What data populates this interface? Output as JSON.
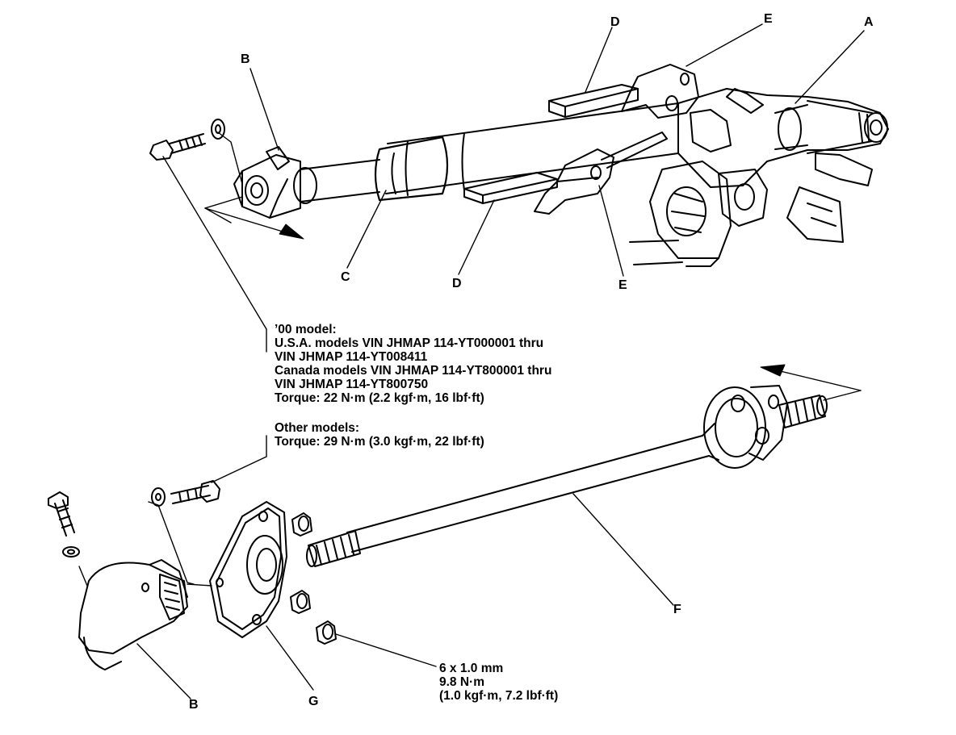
{
  "diagram": {
    "callouts": {
      "A": "A",
      "B_top": "B",
      "B_bottom": "B",
      "C": "C",
      "D_top": "D",
      "D_bottom": "D",
      "E_top": "E",
      "E_bottom": "E",
      "F": "F",
      "G": "G"
    },
    "torque_note": {
      "line1": "’00 model:",
      "line2": "U.S.A. models VIN JHMAP 114-YT000001 thru",
      "line3": "VIN JHMAP 114-YT008411",
      "line4": "Canada models VIN JHMAP 114-YT800001 thru",
      "line5": "VIN JHMAP 114-YT800750",
      "line6": "Torque: 22 N·m (2.2 kgf·m, 16 lbf·ft)",
      "line7": "Other models:",
      "line8": "Torque: 29 N·m (3.0 kgf·m, 22 lbf·ft)"
    },
    "nut_note": {
      "line1": "6 x 1.0 mm",
      "line2": "9.8 N·m",
      "line3": "(1.0 kgf·m, 7.2 lbf·ft)"
    }
  }
}
